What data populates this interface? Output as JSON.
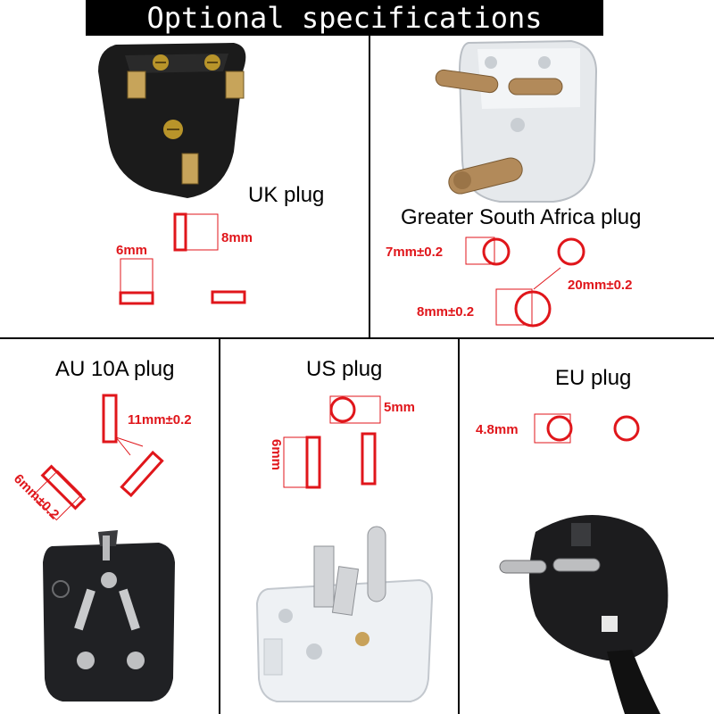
{
  "banner": {
    "title": "Optional specifications"
  },
  "panels": {
    "uk": {
      "title": "UK plug",
      "dim_height": "8mm",
      "dim_width": "6mm"
    },
    "za": {
      "title": "Greater South Africa plug",
      "dim_small": "7mm±0.2",
      "dim_large": "8mm±0.2",
      "dim_spacing": "20mm±0.2"
    },
    "au": {
      "title": "AU 10A plug",
      "dim_length": "11mm±0.2",
      "dim_width": "6mm±0.2"
    },
    "us": {
      "title": "US plug",
      "dim_round": "5mm",
      "dim_flat": "6mm"
    },
    "eu": {
      "title": "EU plug",
      "dim_pin": "4.8mm"
    }
  },
  "colors": {
    "annotation": "#e0161b",
    "divider": "#000000",
    "banner_bg": "#000000",
    "banner_text": "#ffffff"
  }
}
